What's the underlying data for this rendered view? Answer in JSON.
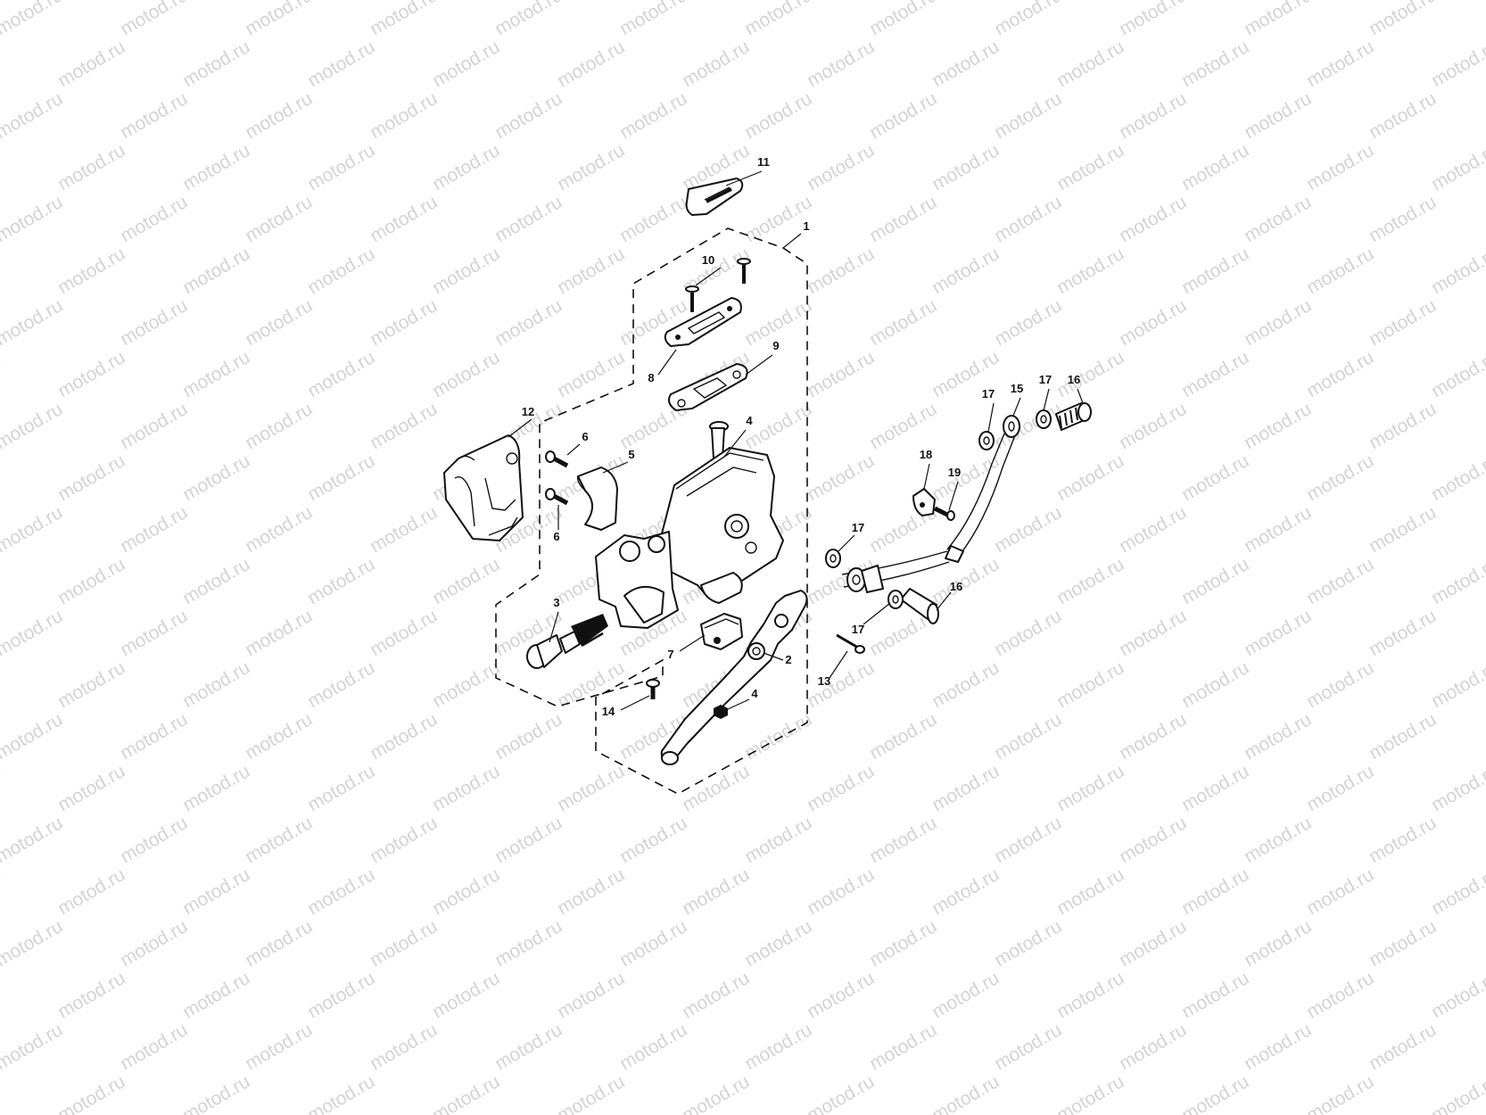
{
  "watermark": {
    "text": "motod.ru"
  },
  "diagram": {
    "callouts": [
      {
        "id": "c1",
        "label": "1"
      },
      {
        "id": "c2",
        "label": "2"
      },
      {
        "id": "c3",
        "label": "3"
      },
      {
        "id": "c4a",
        "label": "4"
      },
      {
        "id": "c4b",
        "label": "4"
      },
      {
        "id": "c5",
        "label": "5"
      },
      {
        "id": "c6a",
        "label": "6"
      },
      {
        "id": "c6b",
        "label": "6"
      },
      {
        "id": "c7",
        "label": "7"
      },
      {
        "id": "c8",
        "label": "8"
      },
      {
        "id": "c9",
        "label": "9"
      },
      {
        "id": "c10",
        "label": "10"
      },
      {
        "id": "c11",
        "label": "11"
      },
      {
        "id": "c12",
        "label": "12"
      },
      {
        "id": "c13",
        "label": "13"
      },
      {
        "id": "c14",
        "label": "14"
      },
      {
        "id": "c15",
        "label": "15"
      },
      {
        "id": "c16a",
        "label": "16"
      },
      {
        "id": "c16b",
        "label": "16"
      },
      {
        "id": "c17a",
        "label": "17"
      },
      {
        "id": "c17b",
        "label": "17"
      },
      {
        "id": "c17c",
        "label": "17"
      },
      {
        "id": "c17d",
        "label": "17"
      },
      {
        "id": "c18",
        "label": "18"
      },
      {
        "id": "c19",
        "label": "19"
      }
    ]
  }
}
